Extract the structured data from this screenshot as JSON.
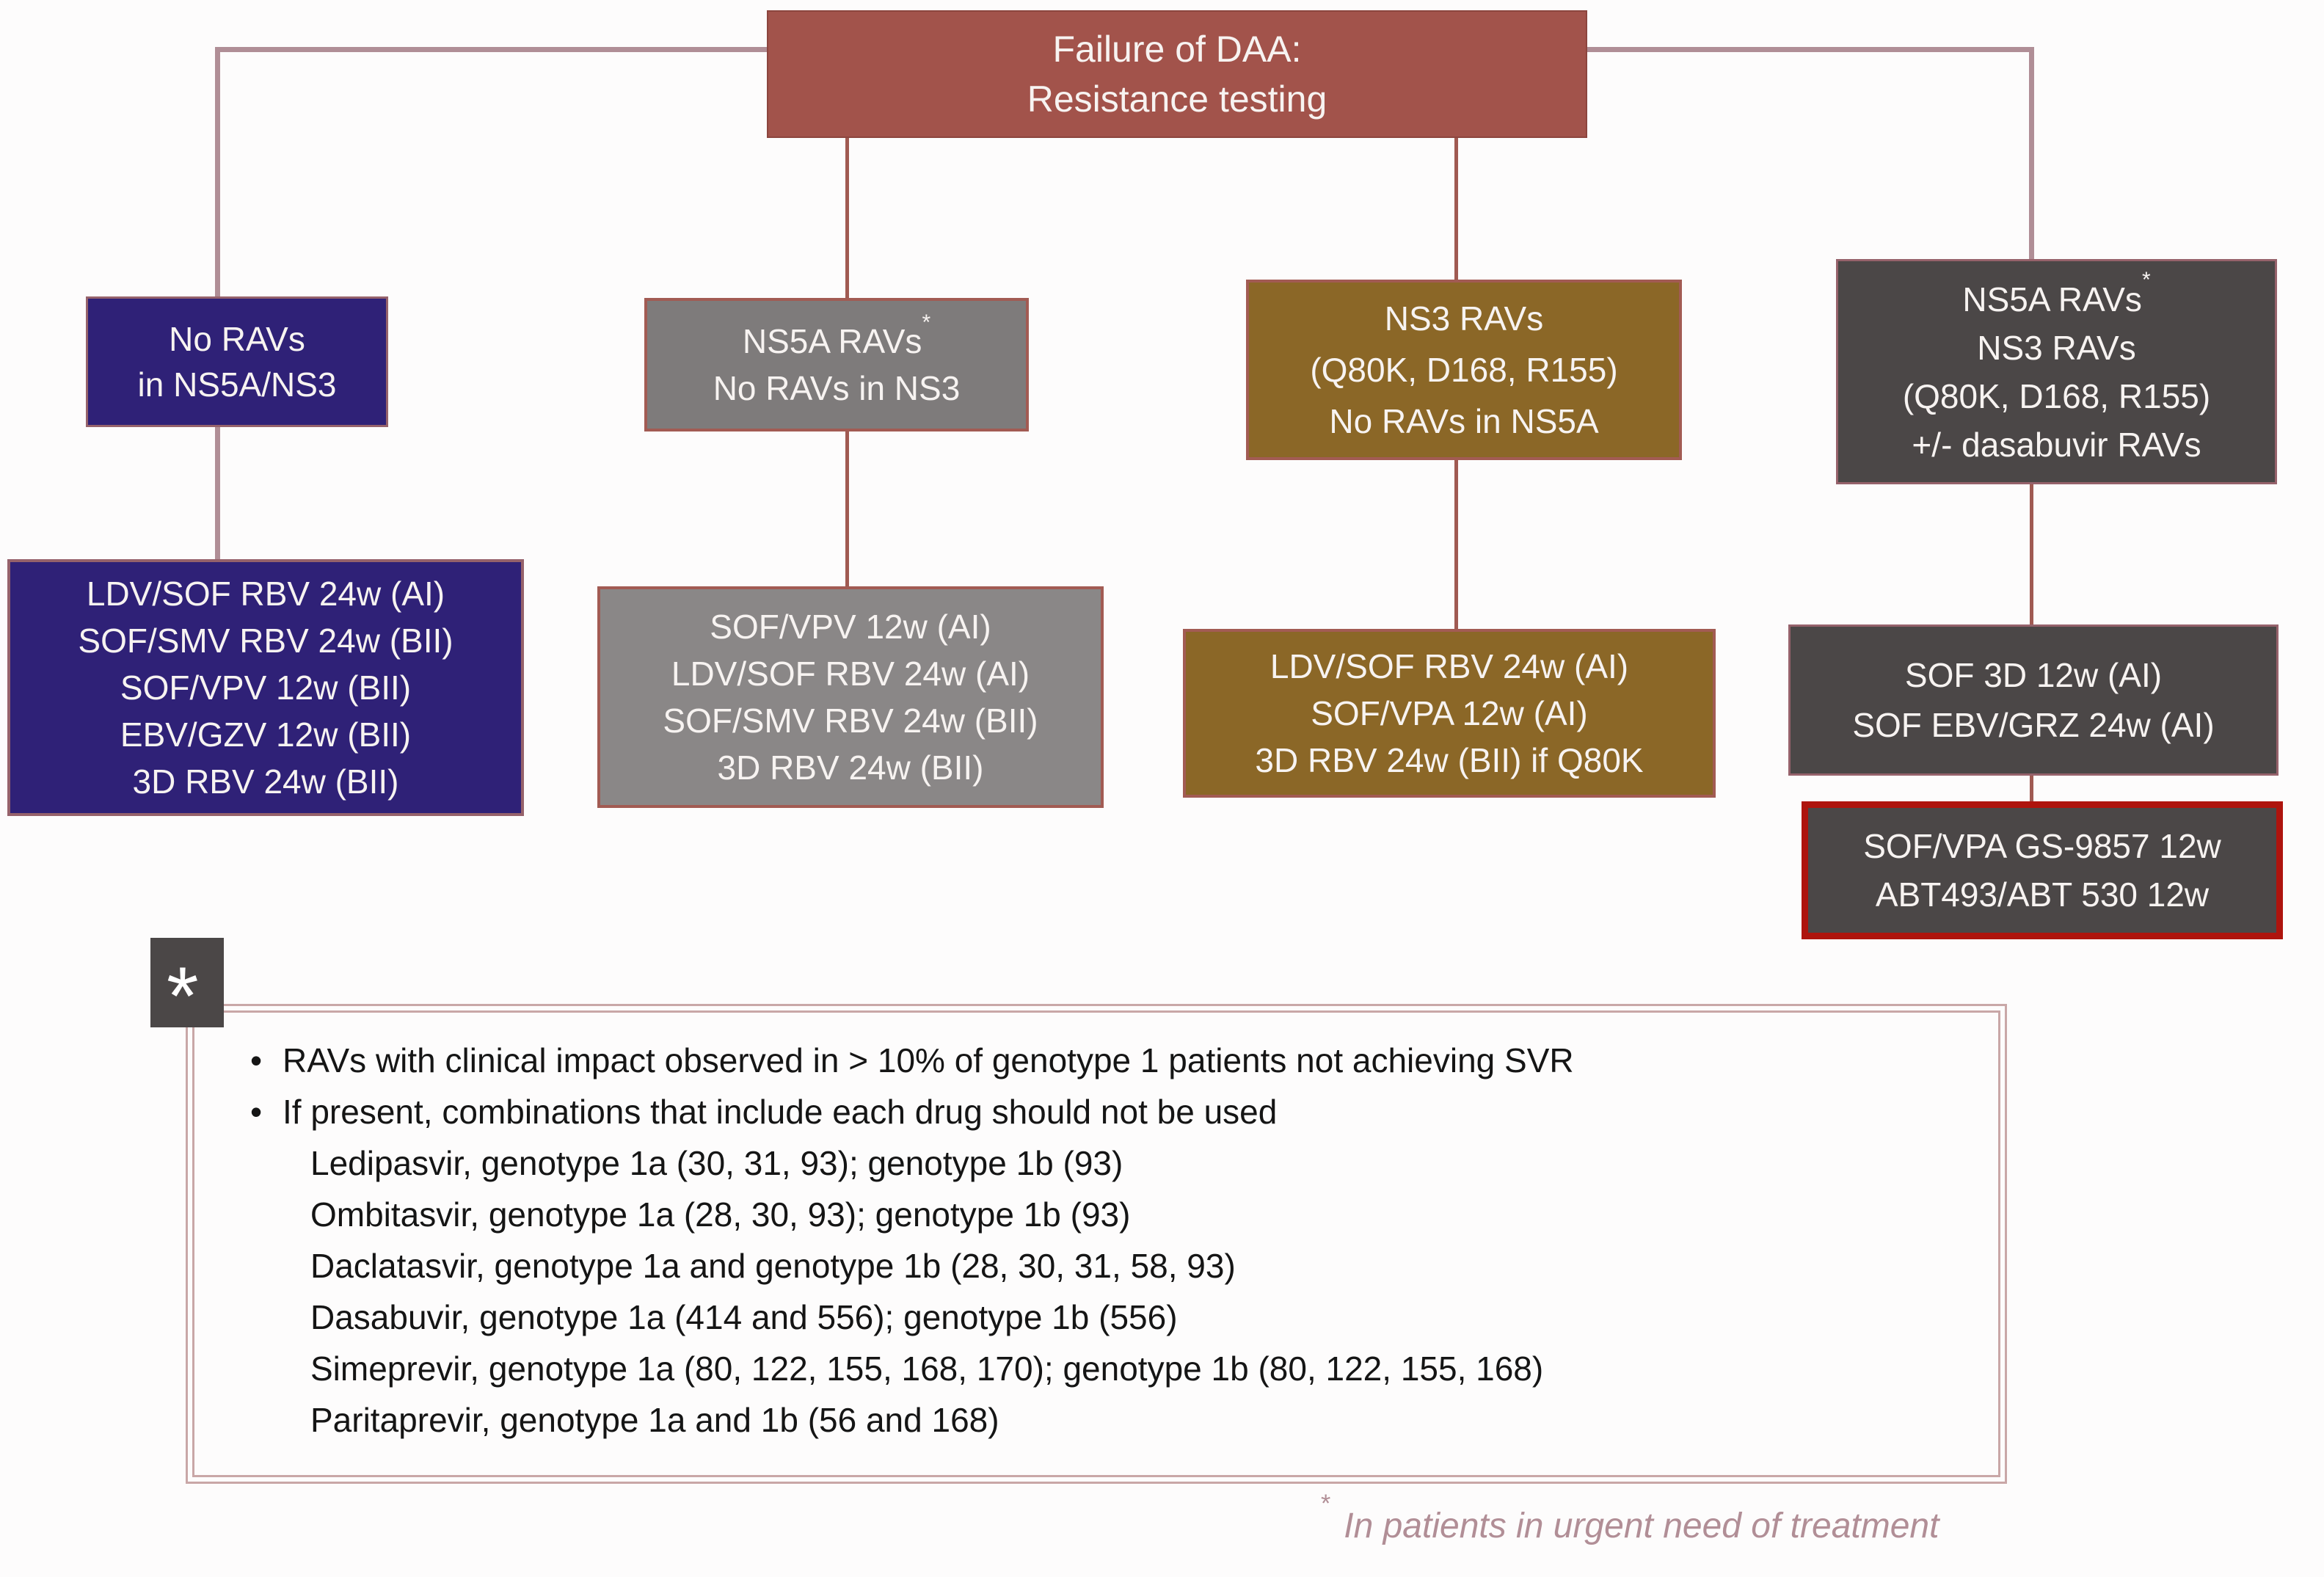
{
  "boxes": {
    "root": {
      "line1": "Failure of DAA:",
      "line2": "Resistance testing"
    },
    "b1": {
      "line1": "No RAVs",
      "line2": "in NS5A/NS3"
    },
    "b2": {
      "line1": "NS5A RAVs",
      "sup": "*",
      "line2": "No RAVs in NS3"
    },
    "b3": {
      "line1": "NS3 RAVs",
      "line2": "(Q80K, D168, R155)",
      "line3": "No RAVs in NS5A"
    },
    "b4": {
      "line1": "NS5A RAVs",
      "sup": "*",
      "line2": "NS3 RAVs",
      "line3": "(Q80K, D168, R155)",
      "line4": "+/- dasabuvir RAVs"
    },
    "t1": {
      "line1": "LDV/SOF RBV 24w (AI)",
      "line2": "SOF/SMV RBV 24w (BII)",
      "line3": "SOF/VPV 12w (BII)",
      "line4": "EBV/GZV 12w (BII)",
      "line5": "3D RBV 24w (BII)"
    },
    "t2": {
      "line1": "SOF/VPV 12w (AI)",
      "line2": "LDV/SOF RBV 24w (AI)",
      "line3": "SOF/SMV RBV 24w (BII)",
      "line4": "3D RBV 24w (BII)"
    },
    "t3": {
      "line1": "LDV/SOF RBV 24w (AI)",
      "line2": "SOF/VPA 12w (AI)",
      "line3": "3D RBV 24w (BII) if Q80K"
    },
    "t4a": {
      "line1": "SOF 3D 12w (AI)",
      "line2": "SOF EBV/GRZ 24w (AI)"
    },
    "t4b": {
      "line1": "SOF/VPA GS-9857 12w",
      "line2": "ABT493/ABT 530 12w"
    }
  },
  "footnote": {
    "marker": "*",
    "bullet_char": "•",
    "bullets": {
      "b1": "RAVs with clinical impact observed in > 10% of genotype 1 patients not achieving SVR",
      "b2": "If present, combinations that include each drug should not be used"
    },
    "drugs": {
      "d1": "Ledipasvir, genotype 1a (30, 31, 93); genotype 1b (93)",
      "d2": "Ombitasvir, genotype 1a (28, 30, 93); genotype 1b (93)",
      "d3": "Daclatasvir, genotype 1a and genotype 1b (28, 30, 31, 58, 93)",
      "d4": "Dasabuvir, genotype 1a (414 and 556); genotype 1b (556)",
      "d5": "Simeprevir, genotype 1a (80, 122, 155, 168, 170); genotype 1b (80, 122, 155, 168)",
      "d6": "Paritaprevir, genotype 1a and 1b (56 and 168)"
    }
  },
  "caption": {
    "sup": "*",
    "text": "In patients in urgent need of treatment"
  },
  "colors": {
    "root_box": "#a2534b",
    "indigo_box": "#2f2177",
    "gray_box": "#7e7b7b",
    "brown_box": "#8b6727",
    "dark_gray_box": "#4b4747",
    "red_highlight_border": "#ae140d",
    "connector_mauve": "#b08e96",
    "connector_red": "#a05a52",
    "frame_line": "#c9a7a7",
    "caption_text": "#b18e96",
    "box_text": "#f7f3f1"
  }
}
